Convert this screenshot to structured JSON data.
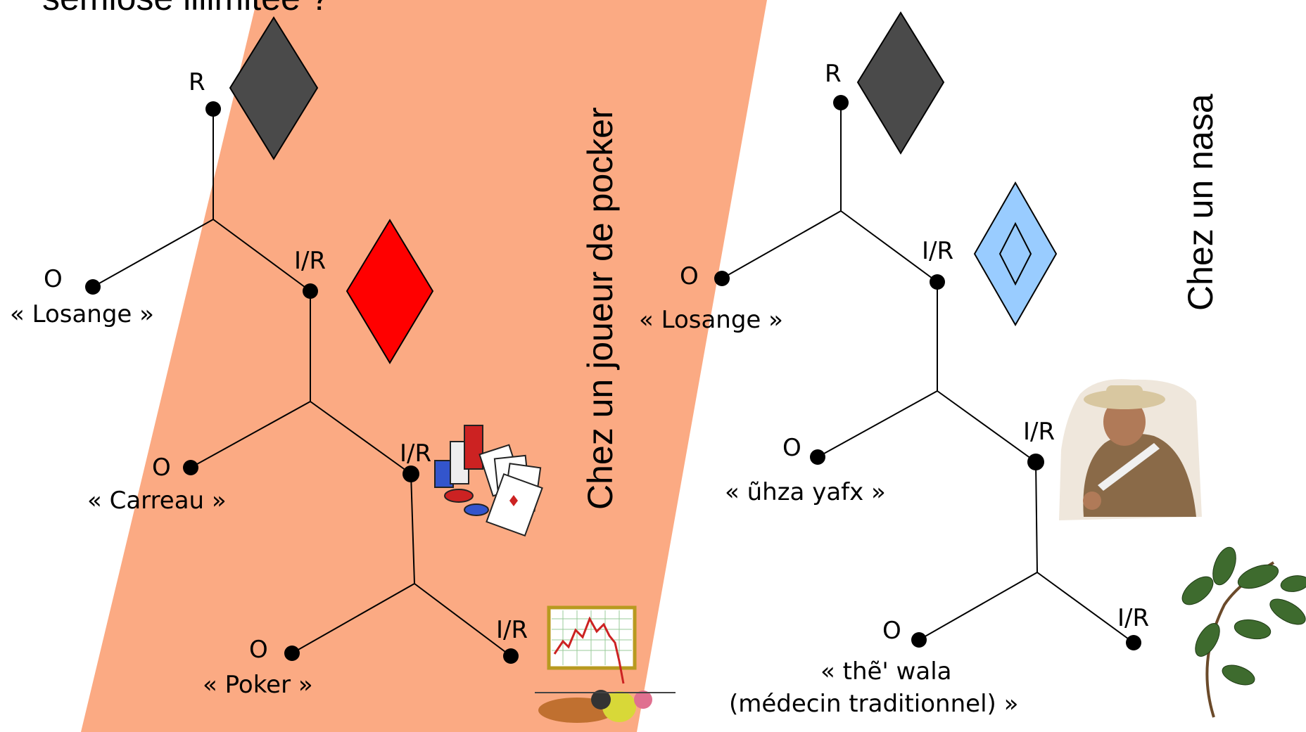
{
  "header": {
    "title_fragment": "sémiose illimitée ?"
  },
  "colors": {
    "band": "#FBAA83",
    "dark_diamond": "#4A4A4A",
    "red_diamond": "#FF0000",
    "blue_diamond": "#99CCFF",
    "line": "#000000"
  },
  "left_panel": {
    "vertical_title": "Chez un joueur de pocker",
    "labels": {
      "r_top": "R",
      "o1": "O",
      "o1_caption": "« Losange »",
      "ir1": "I/R",
      "o2": "O",
      "o2_caption": "« Carreau »",
      "ir2": "I/R",
      "o3": "O",
      "o3_caption": "« Poker »",
      "ir3": "I/R"
    },
    "icons": [
      "dark-diamond-icon",
      "red-diamond-icon",
      "poker-chips-cards-icon",
      "stock-crash-icon"
    ]
  },
  "right_panel": {
    "vertical_title": "Chez un nasa",
    "labels": {
      "r_top": "R",
      "o1": "O",
      "o1_caption": "« Losange »",
      "ir1": "I/R",
      "o2": "O",
      "o2_caption": "« ũhza yafx »",
      "ir2": "I/R",
      "o3": "O",
      "o3_caption_line1": "« thẽ' wala",
      "o3_caption_line2": "(médecin traditionnel) »",
      "ir3": "I/R"
    },
    "icons": [
      "dark-diamond-icon",
      "blue-diamond-icon",
      "nasa-man-photo",
      "plant-branch-icon"
    ]
  }
}
